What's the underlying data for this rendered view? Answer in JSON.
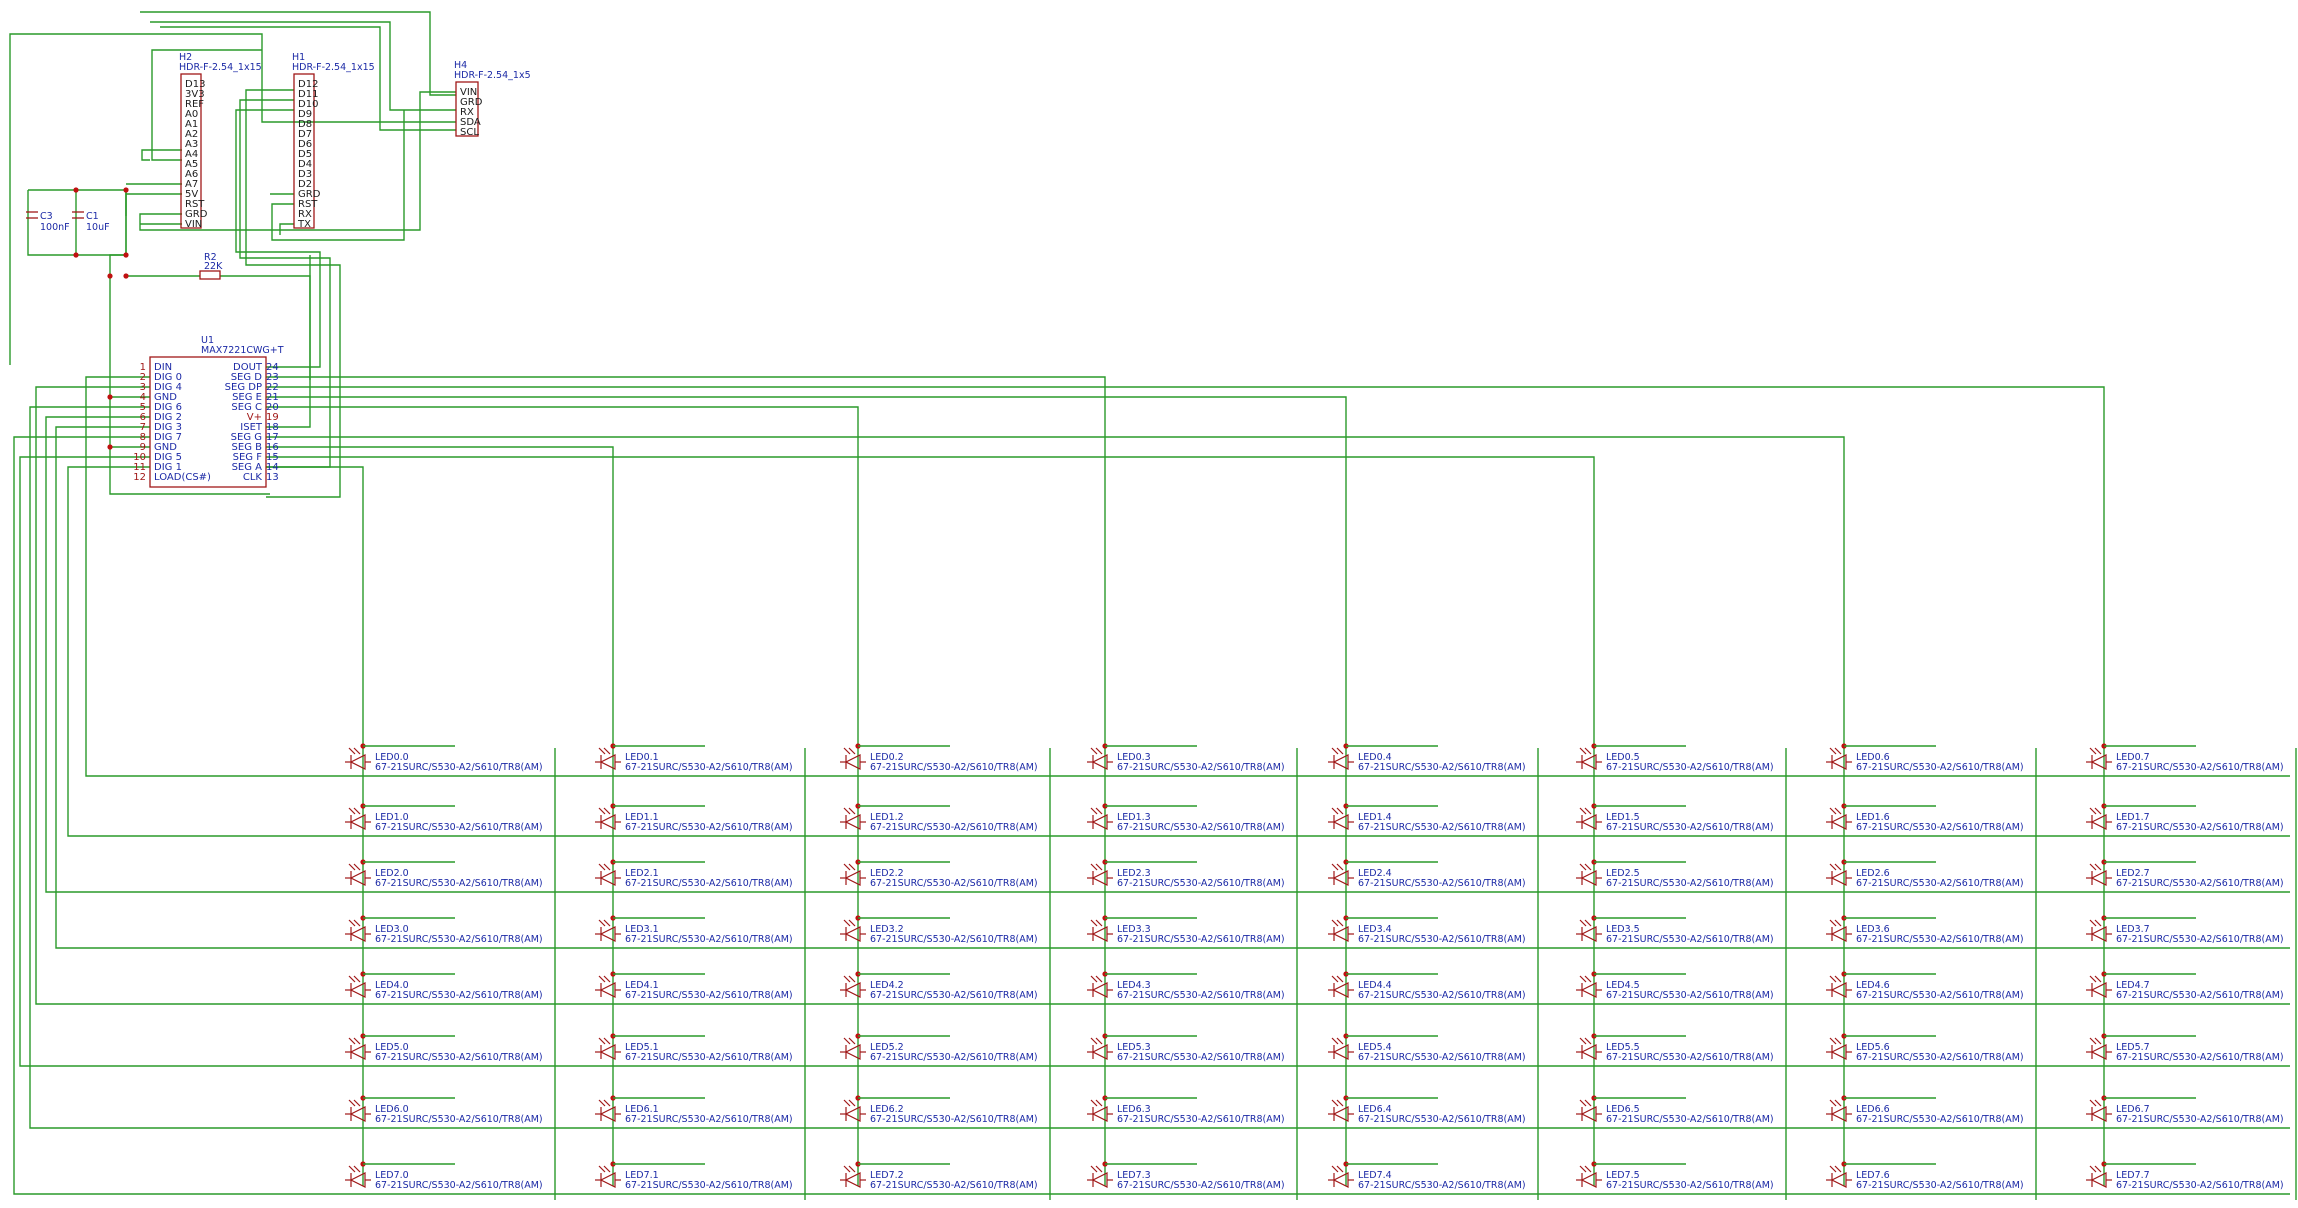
{
  "headers": [
    {
      "id": "h2",
      "ref": "H2",
      "value": "HDR-F-2.54_1x15",
      "pins": [
        "D13",
        "3V3",
        "REF",
        "A0",
        "A1",
        "A2",
        "A3",
        "A4",
        "A5",
        "A6",
        "A7",
        "5V",
        "RST",
        "GRD",
        "VIN"
      ]
    },
    {
      "id": "h1",
      "ref": "H1",
      "value": "HDR-F-2.54_1x15",
      "pins": [
        "D12",
        "D11",
        "D10",
        "D9",
        "D8",
        "D7",
        "D6",
        "D5",
        "D4",
        "D3",
        "D2",
        "GRD",
        "RST",
        "RX",
        "TX"
      ]
    },
    {
      "id": "h4",
      "ref": "H4",
      "value": "HDR-F-2.54_1x5",
      "pins": [
        "VIN",
        "GRD",
        "RX",
        "SDA",
        "SCL"
      ]
    }
  ],
  "capacitors": [
    {
      "ref": "C3",
      "value": "100nF"
    },
    {
      "ref": "C1",
      "value": "10uF"
    }
  ],
  "resistor": {
    "ref": "R2",
    "value": "22K"
  },
  "ic": {
    "ref": "U1",
    "value": "MAX7221CWG+T",
    "left_pins": [
      {
        "num": "1",
        "name": "DIN"
      },
      {
        "num": "2",
        "name": "DIG 0"
      },
      {
        "num": "3",
        "name": "DIG 4"
      },
      {
        "num": "4",
        "name": "GND"
      },
      {
        "num": "5",
        "name": "DIG 6"
      },
      {
        "num": "6",
        "name": "DIG 2"
      },
      {
        "num": "7",
        "name": "DIG 3"
      },
      {
        "num": "8",
        "name": "DIG 7"
      },
      {
        "num": "9",
        "name": "GND"
      },
      {
        "num": "10",
        "name": "DIG 5"
      },
      {
        "num": "11",
        "name": "DIG 1"
      },
      {
        "num": "12",
        "name": "LOAD(CS#)"
      }
    ],
    "right_pins": [
      {
        "num": "24",
        "name": "DOUT"
      },
      {
        "num": "23",
        "name": "SEG D"
      },
      {
        "num": "22",
        "name": "SEG DP"
      },
      {
        "num": "21",
        "name": "SEG E"
      },
      {
        "num": "20",
        "name": "SEG C"
      },
      {
        "num": "19",
        "name": "V+"
      },
      {
        "num": "18",
        "name": "ISET"
      },
      {
        "num": "17",
        "name": "SEG G"
      },
      {
        "num": "16",
        "name": "SEG B"
      },
      {
        "num": "15",
        "name": "SEG F"
      },
      {
        "num": "14",
        "name": "SEG A"
      },
      {
        "num": "13",
        "name": "CLK"
      }
    ],
    "pin_left_numbers_visible": [
      "1",
      "2",
      "3",
      "4",
      "5",
      "6",
      "7",
      "8",
      "9",
      "10",
      "11",
      "12"
    ]
  },
  "led_part": "67-21SURC/S530-A2/S610/TR8(AM)",
  "led_prefix": "LED",
  "led_rows": 8,
  "led_cols": 8
}
